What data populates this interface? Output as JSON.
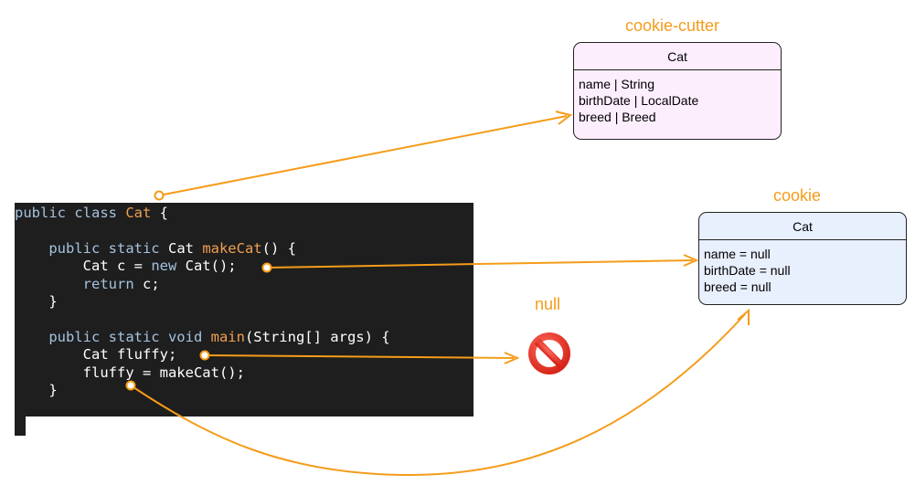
{
  "labels": {
    "cookie_cutter": "cookie-cutter",
    "cookie": "cookie",
    "null": "null"
  },
  "class_box": {
    "title": "Cat",
    "fields": [
      "name | String",
      "birthDate | LocalDate",
      "breed | Breed"
    ]
  },
  "object_box": {
    "title": "Cat",
    "fields": [
      "name = null",
      "birthDate = null",
      "breed = null"
    ]
  },
  "code": {
    "lines": [
      [
        [
          "kw",
          "public class "
        ],
        [
          "fn",
          "Cat"
        ],
        [
          "pl",
          " {"
        ]
      ],
      [],
      [
        [
          "kw",
          "    public static "
        ],
        [
          "pl",
          "Cat "
        ],
        [
          "fn",
          "makeCat"
        ],
        [
          "pl",
          "() {"
        ]
      ],
      [
        [
          "pl",
          "        Cat c = "
        ],
        [
          "kw",
          "new "
        ],
        [
          "pl",
          "Cat();"
        ]
      ],
      [
        [
          "kw",
          "        return "
        ],
        [
          "pl",
          "c;"
        ]
      ],
      [
        [
          "pl",
          "    }"
        ]
      ],
      [],
      [
        [
          "kw",
          "    public static void "
        ],
        [
          "fn",
          "main"
        ],
        [
          "pl",
          "(String[] args) {"
        ]
      ],
      [
        [
          "pl",
          "        Cat fluffy;"
        ]
      ],
      [
        [
          "pl",
          "        fluffy = makeCat();"
        ]
      ],
      [
        [
          "pl",
          "    }"
        ]
      ],
      [],
      [
        [
          "pl",
          "}"
        ]
      ]
    ]
  },
  "icons": {
    "null_sign": "no-entry-icon"
  },
  "colors": {
    "accent": "#f59c1a",
    "class_fill": "#fdeefe",
    "object_fill": "#e8effd",
    "code_bg": "#1e1e1e",
    "keyword": "#a5c2e0",
    "identifier": "#f0a050"
  }
}
